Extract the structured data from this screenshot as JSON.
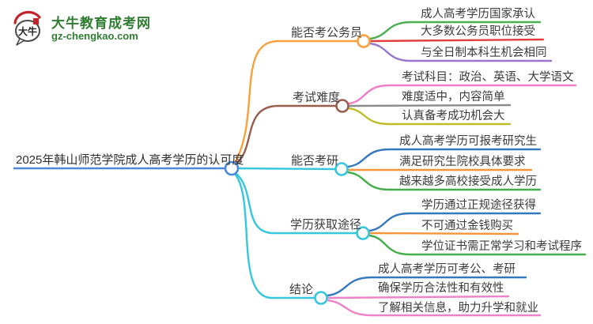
{
  "logo": {
    "icon_text": "大牛",
    "title": "大牛教育成考网",
    "domain": "gz-chengkao.com",
    "green": "#2f7d32",
    "red": "#c5232b"
  },
  "central_topic": "2025年韩山师范学院成人高考学历的认可度",
  "colors": {
    "central": "#4a89dc",
    "text": "#3b3b3b"
  },
  "branches": [
    {
      "label": "能否考公务员",
      "color": "#f7a13c",
      "children": [
        {
          "text": "成人高考学历国家承认",
          "color": "#4bae4f"
        },
        {
          "text": "大多数公务员职位接受",
          "color": "#e23e3e"
        },
        {
          "text": "与全日制本科生机会相同",
          "color": "#9877cf"
        }
      ]
    },
    {
      "label": "考试难度",
      "color": "#995d4d",
      "children": [
        {
          "text": "考试科目：政治、英语、大学语文",
          "color": "#ef7fc9"
        },
        {
          "text": "难度适中，内容简单",
          "color": "#8a8a8a"
        },
        {
          "text": "认真备考成功机会大",
          "color": "#bfbc2a"
        }
      ]
    },
    {
      "label": "能否考研",
      "color": "#36c6dd",
      "children": [
        {
          "text": "成人高考学历可报考研究生",
          "color": "#3478bd"
        },
        {
          "text": "满足研究生院校具体要求",
          "color": "#f79439"
        },
        {
          "text": "越来越多高校接受成人学历",
          "color": "#45ae4a"
        }
      ]
    },
    {
      "label": "学历获取途径",
      "color": "#36c6dd",
      "children": [
        {
          "text": "学历通过正规途径获得",
          "color": "#3478bd"
        },
        {
          "text": "不可通过金钱购买",
          "color": "#f79439"
        },
        {
          "text": "学位证书需正常学习和考试程序",
          "color": "#45ae4a"
        }
      ]
    },
    {
      "label": "结论",
      "color": "#36c6dd",
      "children": [
        {
          "text": "成人高考学历可考公、考研",
          "color": "#3478bd"
        },
        {
          "text": "确保学历合法性和有效性",
          "color": "#ee82c8"
        },
        {
          "text": "了解相关信息，助力升学和就业",
          "color": "#ee82c8"
        }
      ]
    }
  ]
}
